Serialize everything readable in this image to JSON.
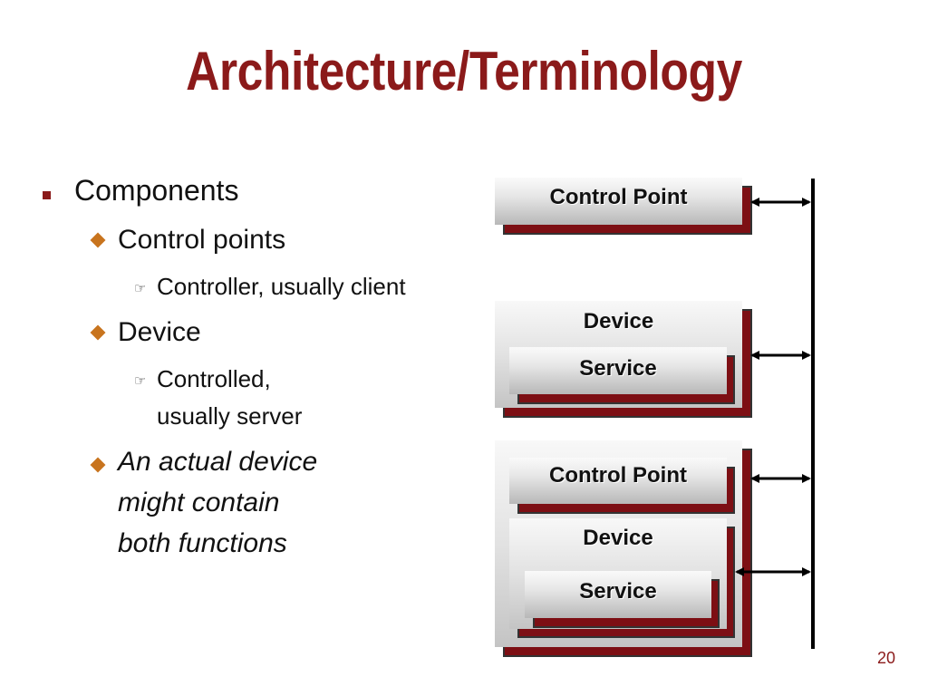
{
  "slide": {
    "title": "Architecture/Terminology",
    "page_number": "20"
  },
  "bullets": {
    "components": "Components",
    "control_points": "Control points",
    "controller": "Controller, usually client",
    "device": "Device",
    "controlled_line1": "Controlled,",
    "controlled_line2": "usually server",
    "actual_line1": "An actual device",
    "actual_line2": "might contain",
    "actual_line3": "both functions"
  },
  "diagram": {
    "box1": {
      "label": "Control Point"
    },
    "box2": {
      "label": "Device",
      "inner_label": "Service"
    },
    "box3": {
      "control_label": "Control Point",
      "device_label": "Device",
      "service_label": "Service"
    }
  },
  "colors": {
    "title": "#8b1a1a",
    "shadow": "#7d0f14",
    "diamond": "#c8741e"
  },
  "icons": {
    "level1": "square-bullet-icon",
    "level2": "diamond-bullet-icon",
    "level3": "pointing-hand-icon"
  }
}
